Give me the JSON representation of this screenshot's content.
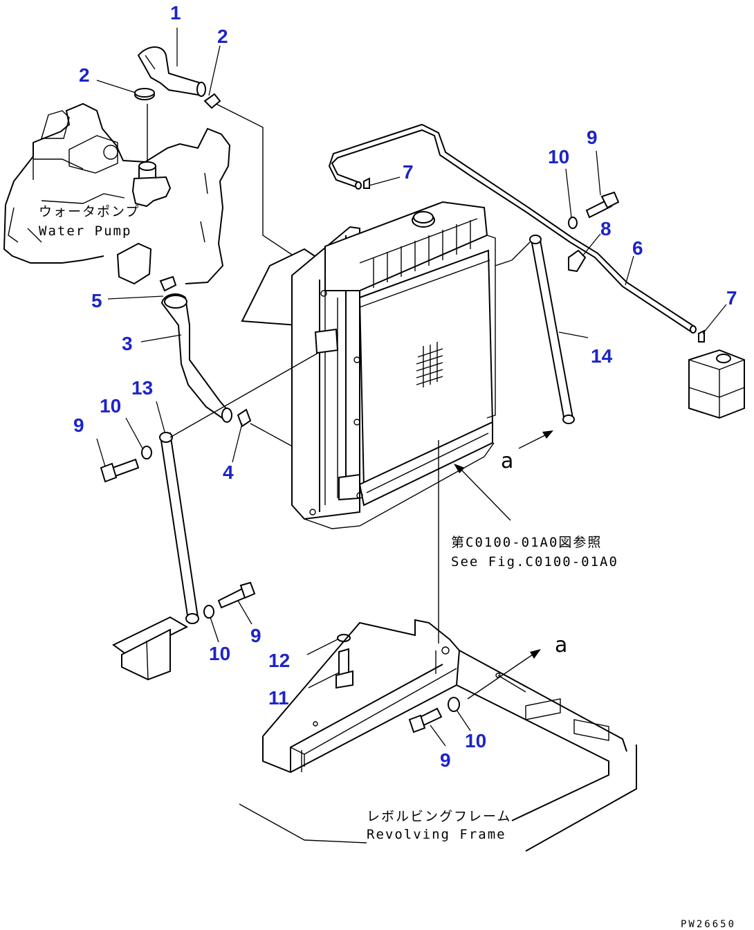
{
  "callouts": {
    "c1": "1",
    "c2a": "2",
    "c2b": "2",
    "c3": "3",
    "c4": "4",
    "c5": "5",
    "c6": "6",
    "c7a": "7",
    "c7b": "7",
    "c8": "8",
    "c9a": "9",
    "c9b": "9",
    "c9c": "9",
    "c9d": "9",
    "c10a": "10",
    "c10b": "10",
    "c10c": "10",
    "c10d": "10",
    "c11": "11",
    "c12": "12",
    "c13": "13",
    "c14": "14"
  },
  "labels": {
    "water_pump_jp": "ウォータポンプ",
    "water_pump_en": "Water Pump",
    "see_fig_jp": "第C0100-01A0図参照",
    "see_fig_en": "See Fig.C0100-01A0",
    "frame_jp": "レボルビングフレーム",
    "frame_en": "Revolving Frame",
    "arrow_a1": "a",
    "arrow_a2": "a",
    "drawing_code": "PW26650"
  }
}
